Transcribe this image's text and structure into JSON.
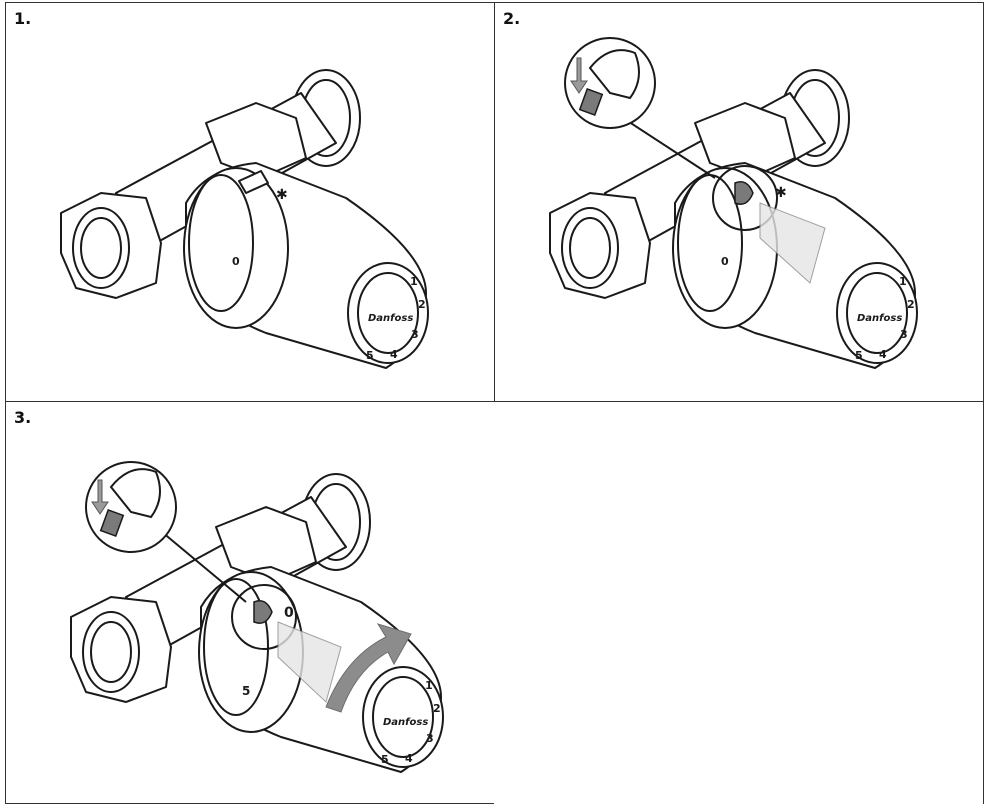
{
  "steps": [
    {
      "label": "1.",
      "dial_zero": "0",
      "logo": "Danfoss",
      "ring_numbers": [
        "1",
        "2",
        "3",
        "4",
        "5"
      ]
    },
    {
      "label": "2.",
      "dial_zero": "0",
      "logo": "Danfoss",
      "ring_numbers": [
        "1",
        "2",
        "3",
        "4",
        "5"
      ]
    },
    {
      "label": "3.",
      "dial_five": "5",
      "logo": "Danfoss",
      "ring_numbers": [
        "1",
        "2",
        "3",
        "4",
        "5"
      ]
    }
  ],
  "colors": {
    "line": "#1a1a1a",
    "arrow": "#8c8c8c",
    "button": "#7a7a7a",
    "background": "#ffffff"
  },
  "icons": [
    "radiator-valve",
    "thermostat-head",
    "finger-press",
    "rotate-arrow",
    "down-arrow"
  ]
}
